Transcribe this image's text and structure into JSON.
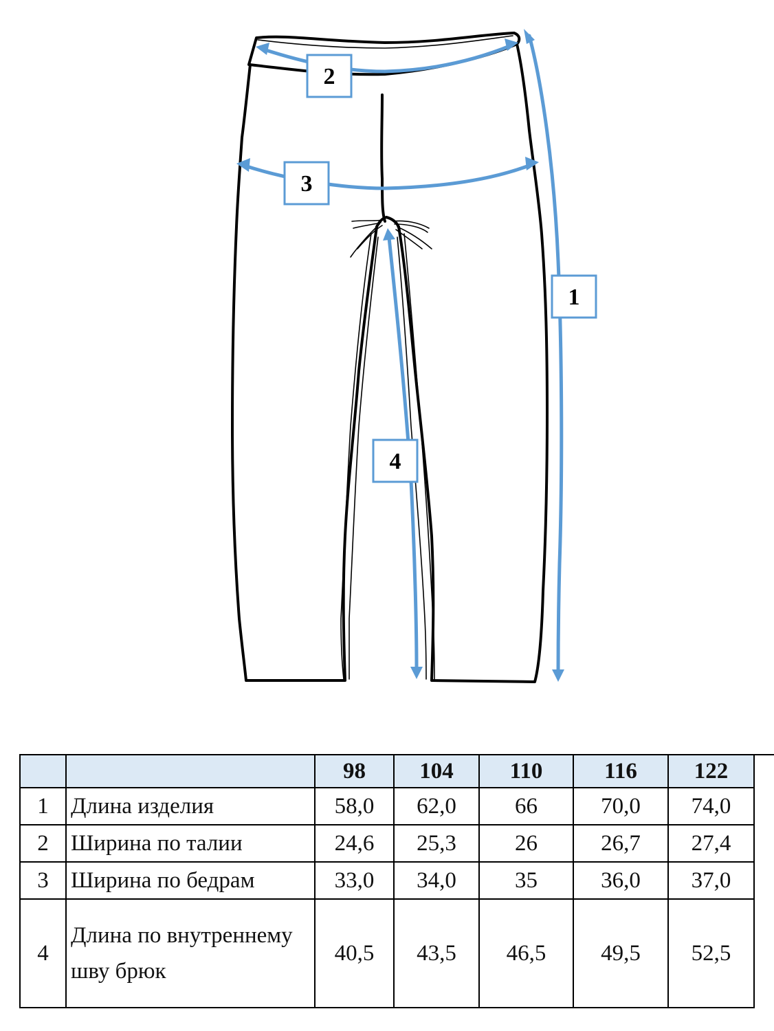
{
  "diagram": {
    "accent_color": "#5b9bd5",
    "measure_labels": [
      "1",
      "2",
      "3",
      "4"
    ]
  },
  "table": {
    "header_fill": "#dce9f5",
    "sizes": [
      "98",
      "104",
      "110",
      "116",
      "122"
    ],
    "rows": [
      {
        "num": "1",
        "label": "Длина изделия",
        "values": [
          "58,0",
          "62,0",
          "66",
          "70,0",
          "74,0"
        ]
      },
      {
        "num": "2",
        "label": "Ширина по талии",
        "values": [
          "24,6",
          "25,3",
          "26",
          "26,7",
          "27,4"
        ]
      },
      {
        "num": "3",
        "label": "Ширина по бедрам",
        "values": [
          "33,0",
          "34,0",
          "35",
          "36,0",
          "37,0"
        ]
      },
      {
        "num": "4",
        "label": "Длина по внутреннему шву брюк",
        "values": [
          "40,5",
          "43,5",
          "46,5",
          "49,5",
          "52,5"
        ]
      }
    ]
  }
}
